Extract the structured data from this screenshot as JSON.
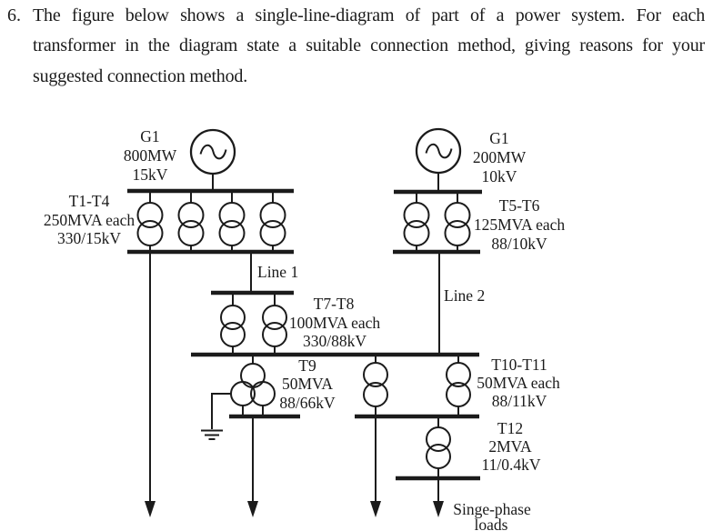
{
  "question": {
    "number": "6.",
    "lines": [
      "The figure below shows a single-line-diagram of part of a power system. For each",
      "transformer in the diagram state a suitable connection method, giving reasons for your",
      "suggested connection method."
    ]
  },
  "diagram": {
    "ink_color": "#1b1b1b",
    "generator_left": {
      "name": "G1",
      "power": "800MW",
      "voltage": "15kV"
    },
    "generator_right": {
      "name": "G1",
      "power": "200MW",
      "voltage": "10kV"
    },
    "t1_t4": {
      "name": "T1-T4",
      "rating": "250MVA each",
      "voltage": "330/15kV"
    },
    "t5_t6": {
      "name": "T5-T6",
      "rating": "125MVA each",
      "voltage": "88/10kV"
    },
    "t7_t8": {
      "name": "T7-T8",
      "rating": "100MVA each",
      "voltage": "330/88kV"
    },
    "t9": {
      "name": "T9",
      "rating": "50MVA",
      "voltage": "88/66kV"
    },
    "t10_t11": {
      "name": "T10-T11",
      "rating": "50MVA each",
      "voltage": "88/11kV"
    },
    "t12": {
      "name": "T12",
      "rating": "2MVA",
      "voltage": "11/0.4kV"
    },
    "line1_label": "Line 1",
    "line2_label": "Line 2",
    "loads_line1": "Singe-phase",
    "loads_line2": "loads"
  }
}
